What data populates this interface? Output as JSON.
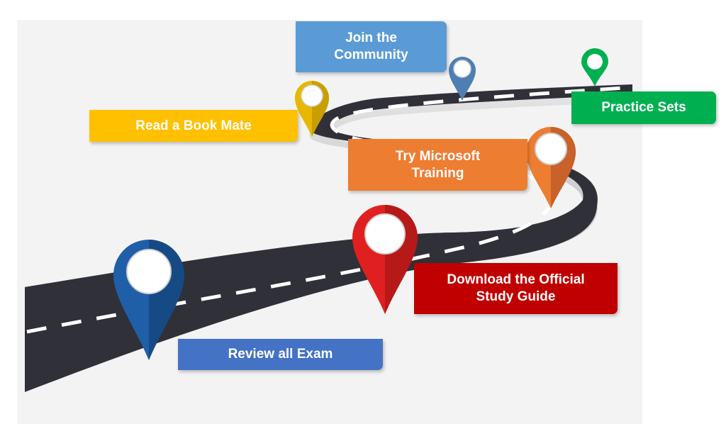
{
  "colors": {
    "background": "#f3f3f3",
    "road": "#303038",
    "road_edge": "#d6d6d6",
    "lane_marking": "#ffffff",
    "blue": "#1f5fa8",
    "light_blue": "#5b9bd5",
    "green": "#00b050",
    "yellow": "#ffc000",
    "orange": "#ed7d31",
    "red": "#e02020",
    "dark_red": "#c00000",
    "review_blue": "#4472c4"
  },
  "steps": [
    {
      "id": "review",
      "label": "Review all Exam",
      "color": "#4472c4",
      "pin_color": "#1f5fa8",
      "pin_icon": "map-pin-icon"
    },
    {
      "id": "guide",
      "label": "Download the Official\nStudy Guide",
      "color": "#c00000",
      "pin_color": "#e02020",
      "pin_icon": "map-pin-icon"
    },
    {
      "id": "training",
      "label": "Try Microsoft\nTraining",
      "color": "#ed7d31",
      "pin_color": "#ed7d31",
      "pin_icon": "map-pin-icon"
    },
    {
      "id": "book",
      "label": "Read a Book Mate",
      "color": "#ffc000",
      "pin_color": "#e8b800",
      "pin_icon": "map-pin-icon"
    },
    {
      "id": "community",
      "label": "Join the\nCommunity",
      "color": "#5b9bd5",
      "pin_color": "#4f7fb2",
      "pin_icon": "map-pin-icon"
    },
    {
      "id": "practice",
      "label": "Practice Sets",
      "color": "#00b050",
      "pin_color": "#00b050",
      "pin_icon": "map-pin-icon"
    }
  ]
}
